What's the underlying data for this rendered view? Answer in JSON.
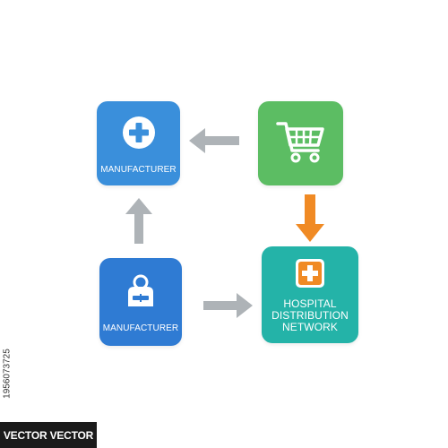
{
  "nodes": {
    "manufacturer_top": {
      "label": "MANUFACTURER",
      "icon": "medical-cross-icon",
      "color": "#3a8fdb"
    },
    "cart": {
      "icon": "shopping-cart-icon",
      "color": "#5cbd63"
    },
    "manufacturer_bottom": {
      "label": "MANUFACTURER",
      "icon": "medical-bag-icon",
      "color": "#2f7bd3"
    },
    "hospital": {
      "label": "HOSPITAL DISTRIBUTION NETWORK",
      "icon": "hospital-cross-icon",
      "color": "#24b3a8"
    }
  },
  "arrows": {
    "cart_to_manufacturer": {
      "color": "#aeb3b7"
    },
    "bottom_to_top": {
      "color": "#aeb3b7"
    },
    "bottom_to_hospital": {
      "color": "#aeb3b7"
    },
    "cart_to_hospital": {
      "color": "#f08a24"
    }
  },
  "watermark": {
    "brand": "VECTOR VECTOR",
    "id": "1956073725"
  }
}
